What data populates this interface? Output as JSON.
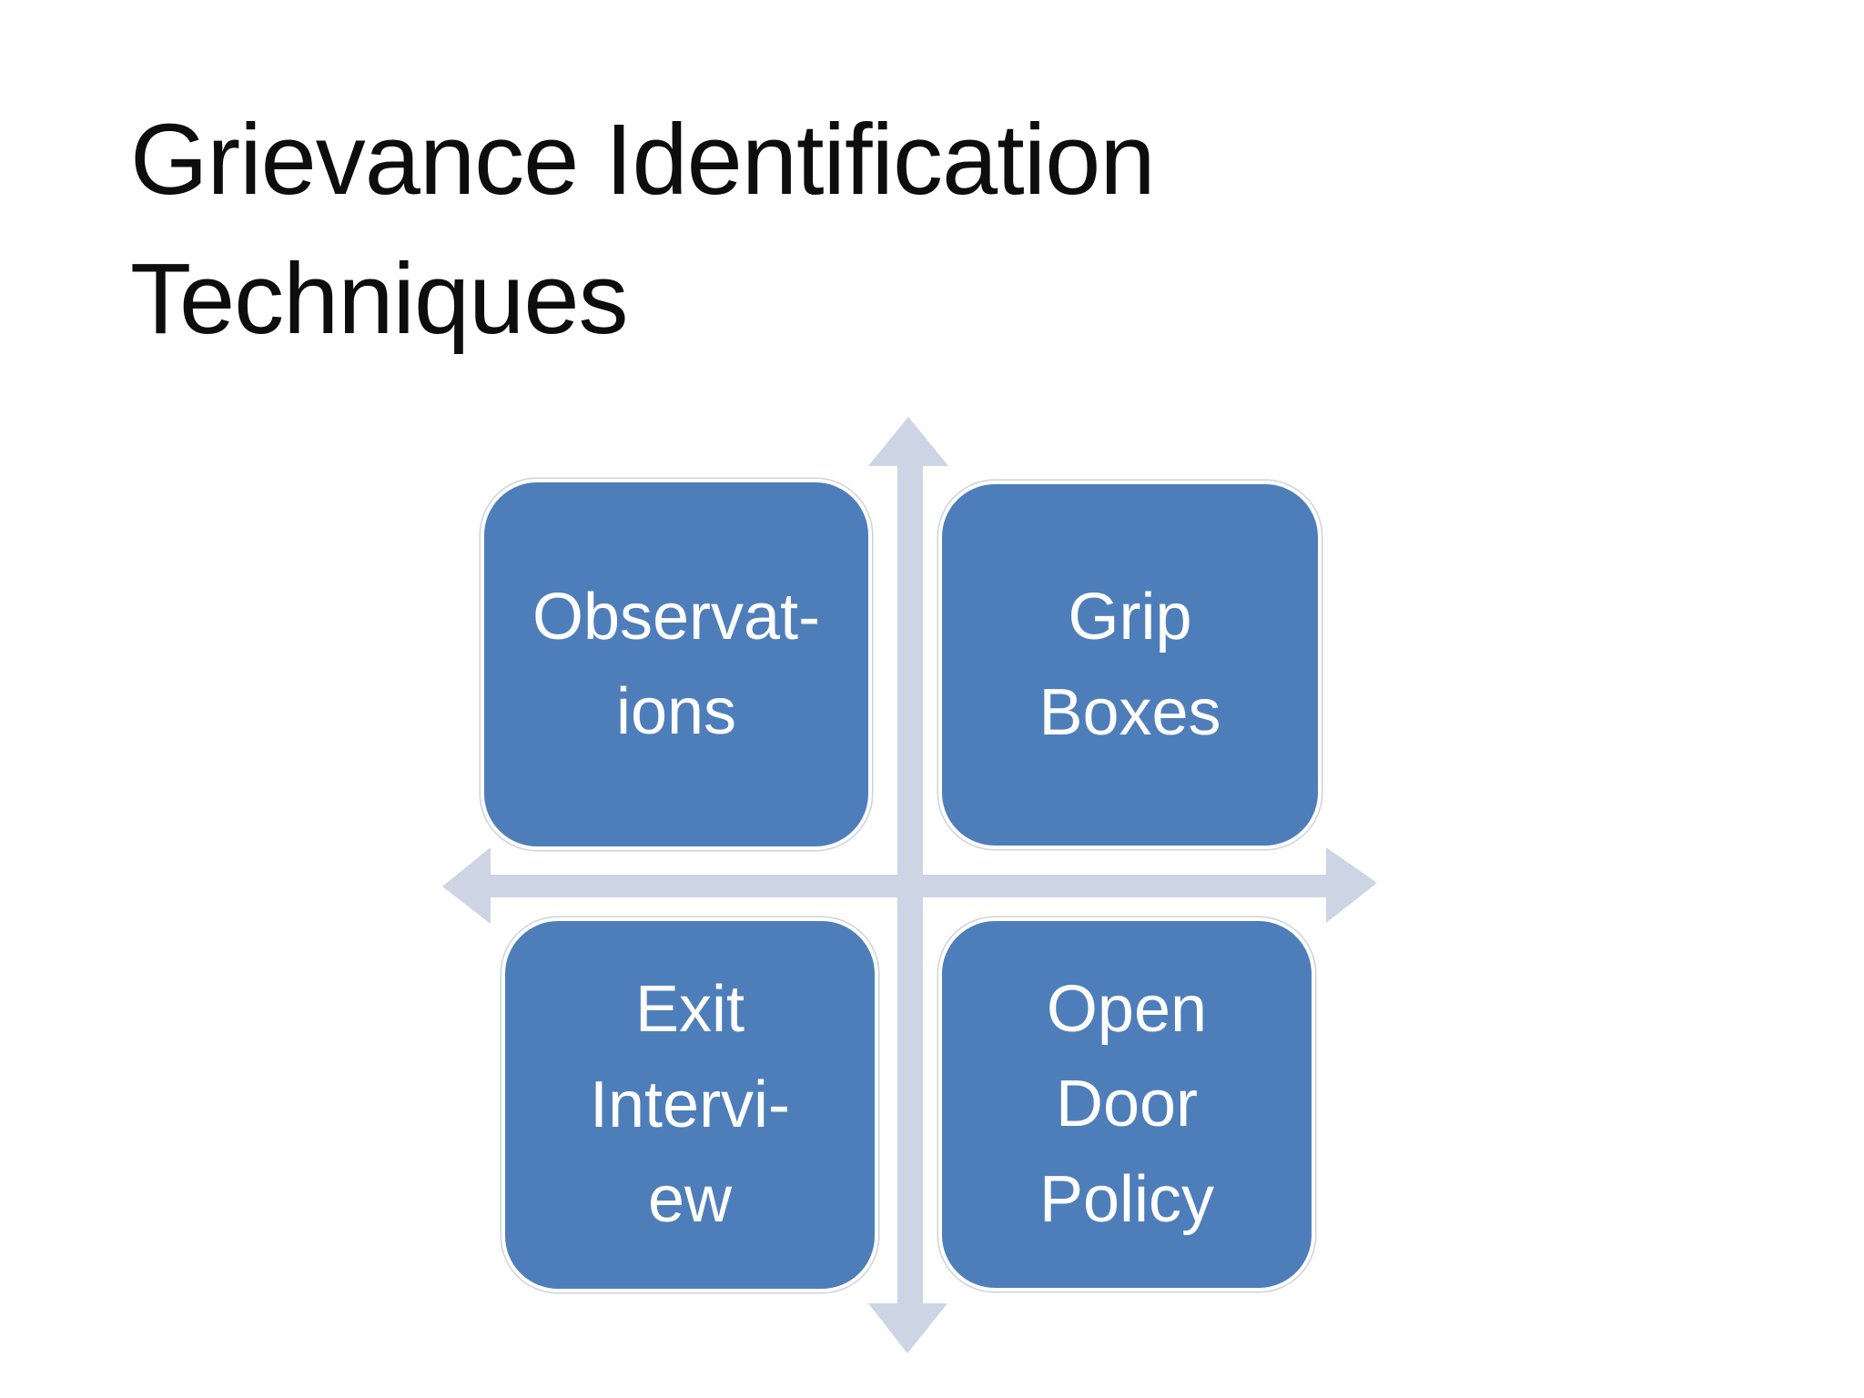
{
  "slide": {
    "title": "Grievance Identification\nTechniques"
  },
  "diagram": {
    "type": "four-quadrant-matrix-with-cross-arrows",
    "boxes": [
      {
        "position": "top-left",
        "label": "Observat-\nions"
      },
      {
        "position": "top-right",
        "label": "Grip\nBoxes"
      },
      {
        "position": "bottom-left",
        "label": "Exit\nIntervi-\new"
      },
      {
        "position": "bottom-right",
        "label": "Open\nDoor\nPolicy"
      }
    ],
    "arrows": "four-directional cross (up, down, left, right)"
  },
  "colors": {
    "background": "#ffffff",
    "title_text": "#0d0d0d",
    "box_fill": "#4e7eba",
    "box_border": "#ffffff",
    "box_text": "#ffffff",
    "arrow_fill": "#cdd4e4"
  }
}
